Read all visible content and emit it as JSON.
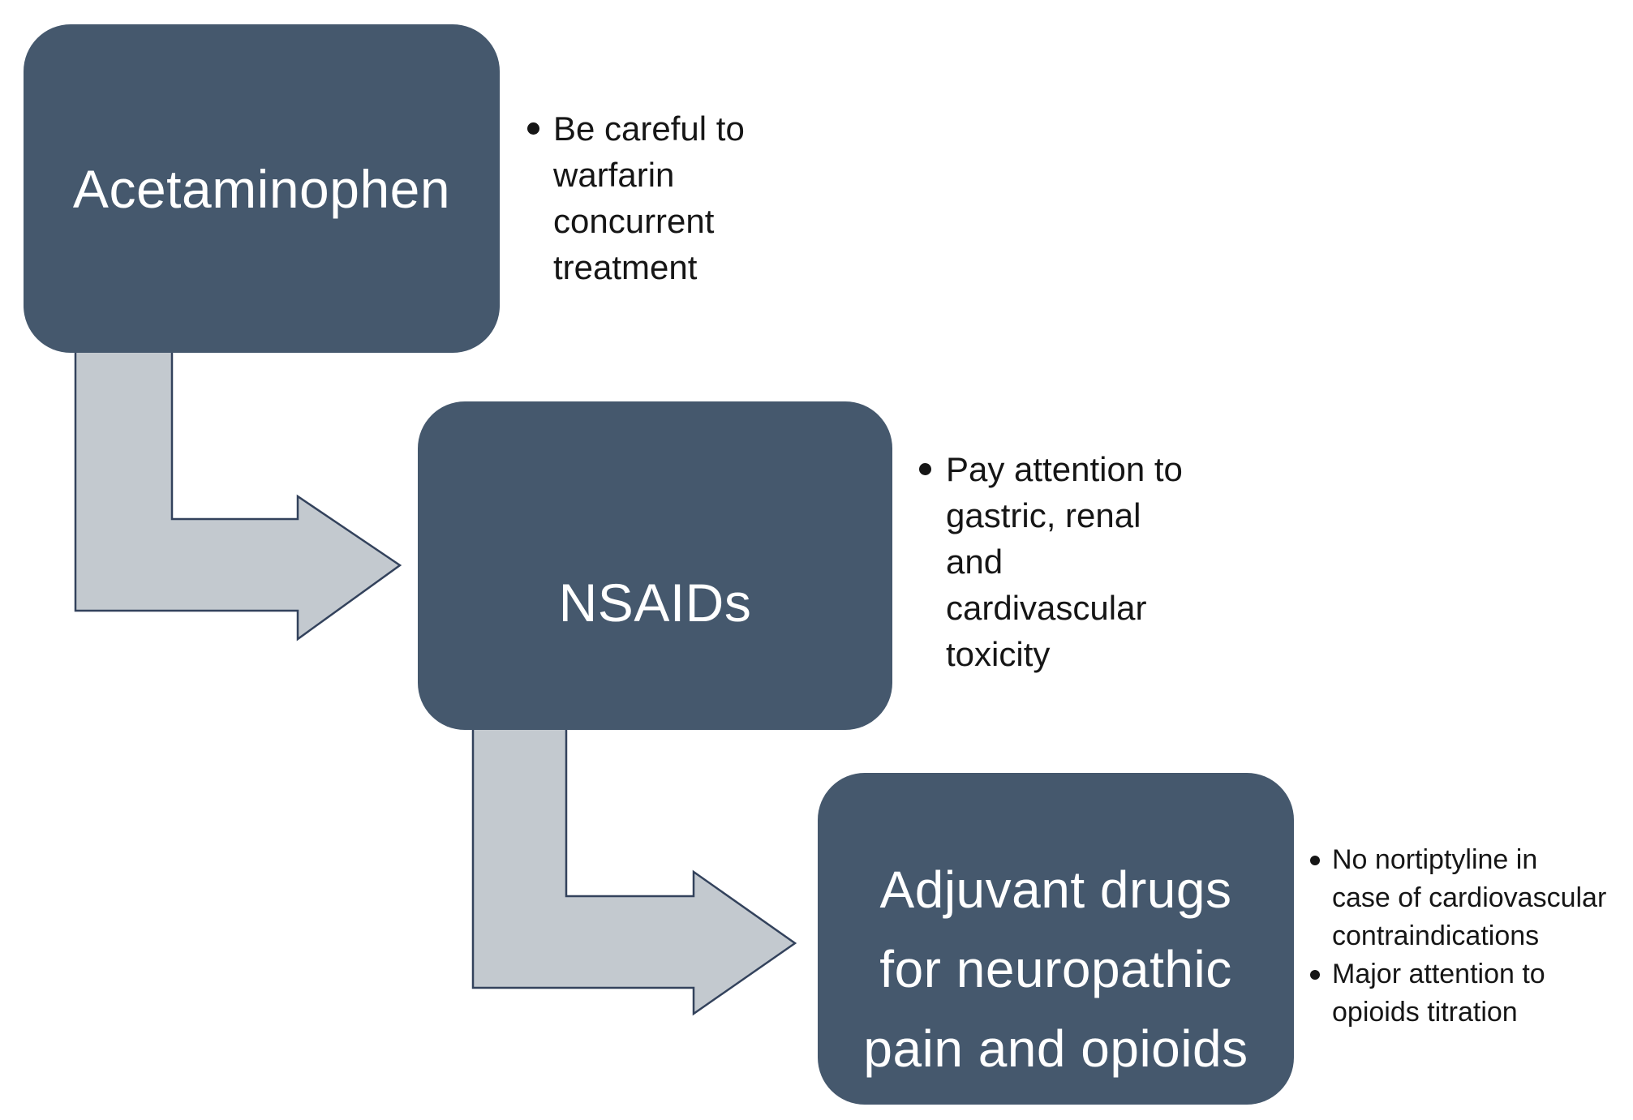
{
  "figure": {
    "background_color": "#ffffff",
    "box_fill_color": "#45586D",
    "box_text_color": "#ffffff",
    "arrow_fill_color": "#C3C9CF",
    "arrow_border_color": "#33425C",
    "note_text_color": "#161616",
    "steps": [
      {
        "label": "Acetaminophen",
        "label_lines": [
          "Acetaminophen"
        ],
        "notes": [
          {
            "lines": [
              "Be careful to",
              "warfarin",
              "concurrent",
              "treatment"
            ]
          }
        ]
      },
      {
        "label": "NSAIDs",
        "label_lines": [
          "NSAIDs"
        ],
        "notes": [
          {
            "lines": [
              "Pay attention to",
              "gastric, renal",
              "and",
              "cardivascular",
              "toxicity"
            ]
          }
        ]
      },
      {
        "label": "Adjuvant drugs for neuropathic pain and opioids",
        "label_lines": [
          "Adjuvant drugs",
          "for neuropathic",
          "pain and opioids"
        ],
        "notes": [
          {
            "lines": [
              "No nortiptyline in",
              "case of cardiovascular",
              "contraindications"
            ]
          },
          {
            "lines": [
              "Major attention to",
              "opioids titration"
            ]
          }
        ]
      }
    ]
  }
}
